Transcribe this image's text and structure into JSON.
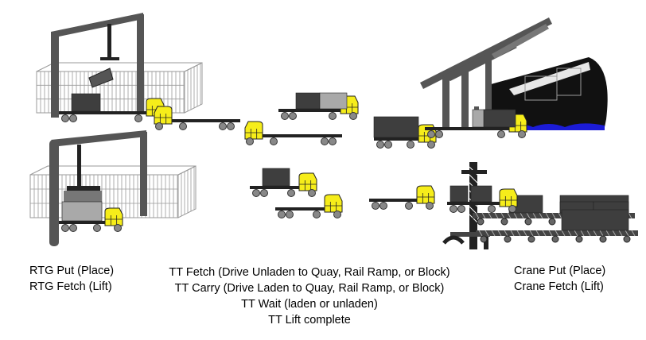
{
  "colors": {
    "cab": "#f6ed1a",
    "crane": "#555555",
    "container_dark": "#3e3e3e",
    "container_light": "#a9a9a9",
    "water": "#1b1bd6",
    "stack_lines": "#9a9a9a"
  },
  "icons": [
    "rtg-crane-icon",
    "terminal-tractor-icon",
    "quay-crane-icon",
    "ship-icon",
    "rail-crane-icon",
    "railcar-icon"
  ],
  "captions": {
    "rtg": [
      "RTG Put (Place)",
      "RTG Fetch (Lift)"
    ],
    "tt": [
      "TT Fetch (Drive Unladen to Quay, Rail Ramp, or Block)",
      "TT Carry (Drive Laden to Quay, Rail Ramp, or Block)",
      "TT Wait (laden or unladen)",
      "TT Lift complete"
    ],
    "crane": [
      "Crane Put (Place)",
      "Crane Fetch (Lift)"
    ]
  }
}
